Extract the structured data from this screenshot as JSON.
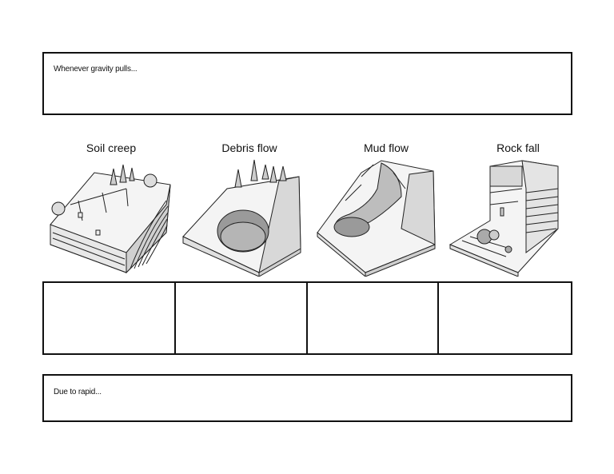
{
  "top_prompt": "Whenever gravity pulls...",
  "bottom_prompt": "Due to rapid...",
  "panels": [
    {
      "title": "Soil creep"
    },
    {
      "title": "Debris flow"
    },
    {
      "title": "Mud flow"
    },
    {
      "title": "Rock fall"
    }
  ],
  "colors": {
    "border": "#111111",
    "terrain_light": "#f4f4f4",
    "terrain_mid": "#cfcfcf",
    "terrain_dark": "#9a9a9a"
  }
}
